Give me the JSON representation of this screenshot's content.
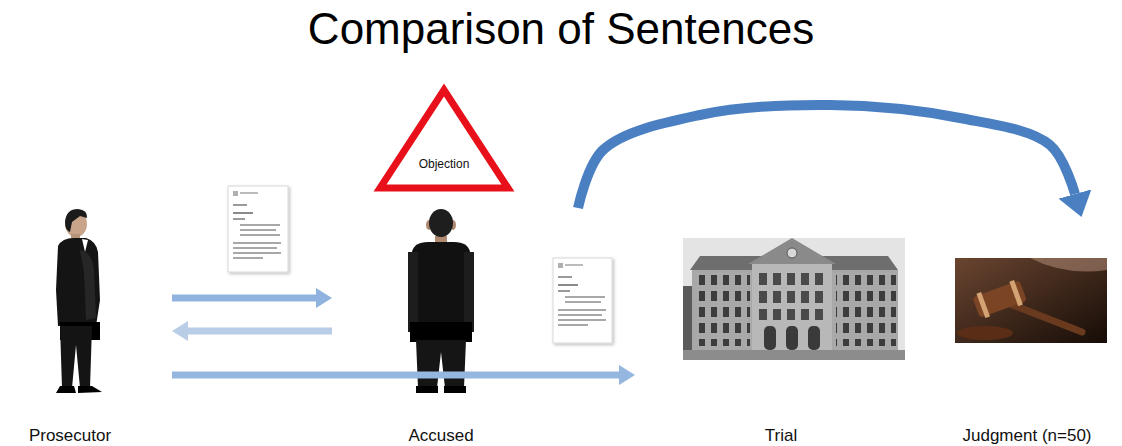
{
  "diagram": {
    "title": "Comparison of Sentences",
    "nodes": [
      {
        "text": [
          "Prosecutor"
        ]
      },
      {
        "text": [
          "Objection"
        ]
      },
      {
        "text": [
          "Accused"
        ]
      },
      {
        "text": [
          "Trial"
        ]
      },
      {
        "text": [
          "Judgment (n=50)"
        ]
      }
    ],
    "edges": [
      {
        "from": 0,
        "to": 2,
        "arrow": "to"
      },
      {
        "from": 2,
        "to": 0,
        "arrow": "to"
      },
      {
        "from": 0,
        "to": 3,
        "arrow": "to"
      },
      {
        "from": 2,
        "to": 4,
        "arrow": "to"
      }
    ]
  }
}
